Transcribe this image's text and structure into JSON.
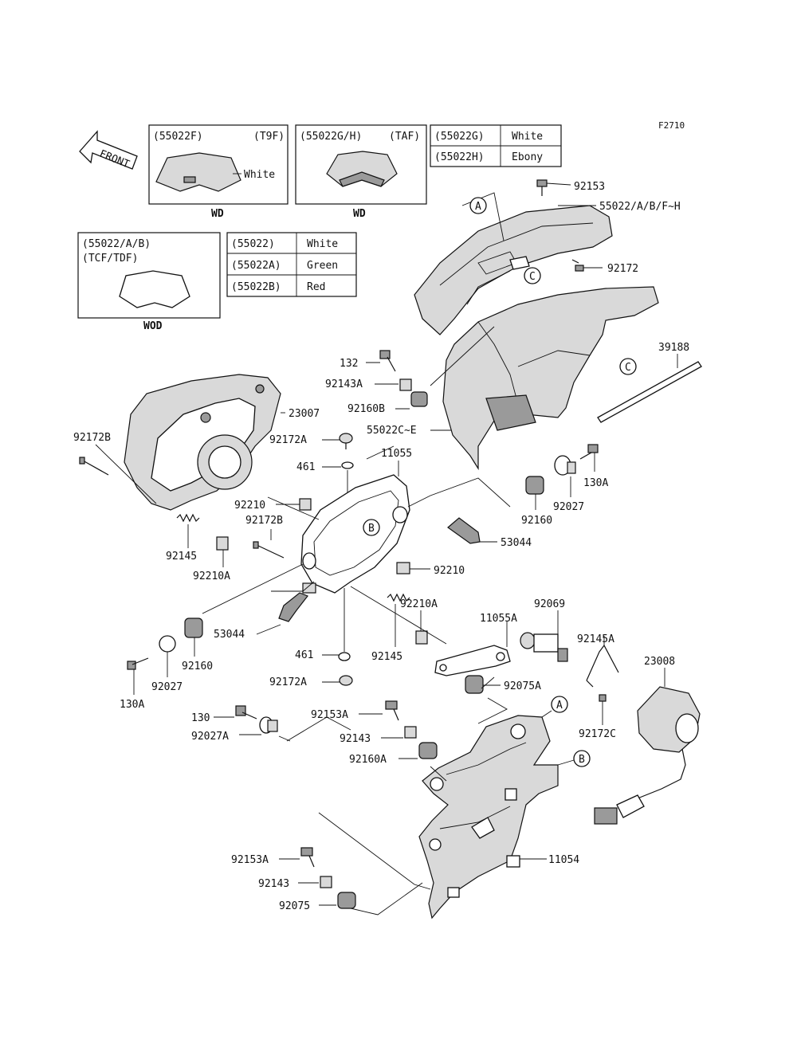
{
  "figure_code": "F2710",
  "front_arrow": "FRONT",
  "variant_boxes": {
    "box_t9f": {
      "part": "(55022F)",
      "code": "(T9F)",
      "color_note": "White",
      "caption": "WD"
    },
    "box_taf": {
      "part": "(55022G/H)",
      "code": "(TAF)",
      "caption": "WD"
    },
    "box_tcf": {
      "part": "(55022/A/B)",
      "code": "(TCF/TDF)",
      "caption": "WOD"
    }
  },
  "color_table_gh": [
    {
      "part": "(55022G)",
      "color": "White"
    },
    {
      "part": "(55022H)",
      "color": "Ebony"
    }
  ],
  "color_table_ab": [
    {
      "part": "(55022)",
      "color": "White"
    },
    {
      "part": "(55022A)",
      "color": "Green"
    },
    {
      "part": "(55022B)",
      "color": "Red"
    }
  ],
  "callouts": {
    "a": "A",
    "b": "B",
    "c": "C"
  },
  "labels": {
    "p92153": "92153",
    "p55022_abfh": "55022/A/B/F~H",
    "p92172": "92172",
    "p39188": "39188",
    "p132": "132",
    "p92143a": "92143A",
    "p92160b": "92160B",
    "p55022c_e": "55022C~E",
    "p23007": "23007",
    "p92172b_top": "92172B",
    "p92172a_top": "92172A",
    "p461_top": "461",
    "p11055": "11055",
    "p130a_right": "130A",
    "p92027_right": "92027",
    "p92210_left": "92210",
    "p92160_right": "92160",
    "p92172b_mid": "92172B",
    "p53044_right": "53044",
    "p92145_left": "92145",
    "p92210a_left": "92210A",
    "p92210_right": "92210",
    "p92210a_mid": "92210A",
    "p11055a": "11055A",
    "p92069": "92069",
    "p92145a": "92145A",
    "p23008": "23008",
    "p53044_left": "53044",
    "p461_bot": "461",
    "p92145_mid": "92145",
    "p92160_left": "92160",
    "p92027_left": "92027",
    "p130a_left": "130A",
    "p92172a_bot": "92172A",
    "p92075a": "92075A",
    "p92172c": "92172C",
    "p130": "130",
    "p92027a": "92027A",
    "p92153a_mid": "92153A",
    "p92143_mid": "92143",
    "p92160a": "92160A",
    "p11054": "11054",
    "p92153a_bot": "92153A",
    "p92143_bot": "92143",
    "p92075": "92075"
  }
}
